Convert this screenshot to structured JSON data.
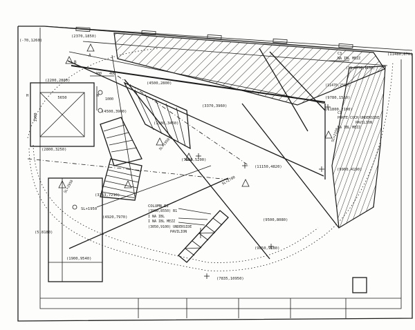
{
  "drawing": {
    "colors": {
      "ink": "#1b1b1b",
      "paper": "#fdfdfb",
      "hatch": "#1b1b1b"
    },
    "square_block": {
      "top_coord": "(2200,2800)",
      "bottom_coord": "(2800,3250)",
      "width_dim": "5650",
      "height_dim": "1900",
      "marker_left": "H",
      "marker_right": "H"
    },
    "coords": {
      "top_left": "(-70,1260)",
      "top_mid": "(2370,1850)",
      "top_right": "(11480,870)",
      "right_upper_1": "(11,1750,1250)",
      "right_upper_2": "(9780,1560)",
      "right_mid_1": "(11470,2500)",
      "right_mid_2": "(11800,2100)",
      "right_lower": "(9960,4190)",
      "center_top": "(4500,2800)",
      "center_right_top": "(3370,3960)",
      "center_left": "(4500,3900)",
      "center_mid": "(1580,3460)",
      "center_inner": "(7800,5200)",
      "center_right": "(11150,4820)",
      "center_lower_left": "(3363,7210)",
      "center_lower": "(4920,7970)",
      "lower_right_1": "(9500,8080)",
      "lower_right_2": "(9850,9180)",
      "lower_right_3": "(7835,10950)",
      "lower_left_1": "(5,8180)",
      "lower_left_2": "(1900,9540)"
    },
    "levels": {
      "left_mid": "SL+2950",
      "center_a": "SL+1950",
      "center_b": "SL+1950",
      "center_c": "SL+2700",
      "right_a": "SL+2150"
    },
    "callout": {
      "line1": "COLUMN E2",
      "line2": "(3900,8550) B1",
      "line3": "I  NA  IBL",
      "line4": "I  NA  IBL MEZZ",
      "line5": "(3050,9100) UNDERSIDE",
      "line6": "PAVILION"
    },
    "right_note": {
      "line1": "C1",
      "line2": "PORTE COCH UNDERSIDE",
      "line3": "PAVILION",
      "line4": "NA  IBL MEZZ"
    },
    "right_note_2": {
      "line1": "C3",
      "line2": "NA  IBL MEZZ"
    },
    "tag_a": "B",
    "tag_b": "A",
    "small_dims": [
      "400",
      "1000",
      "400"
    ]
  }
}
